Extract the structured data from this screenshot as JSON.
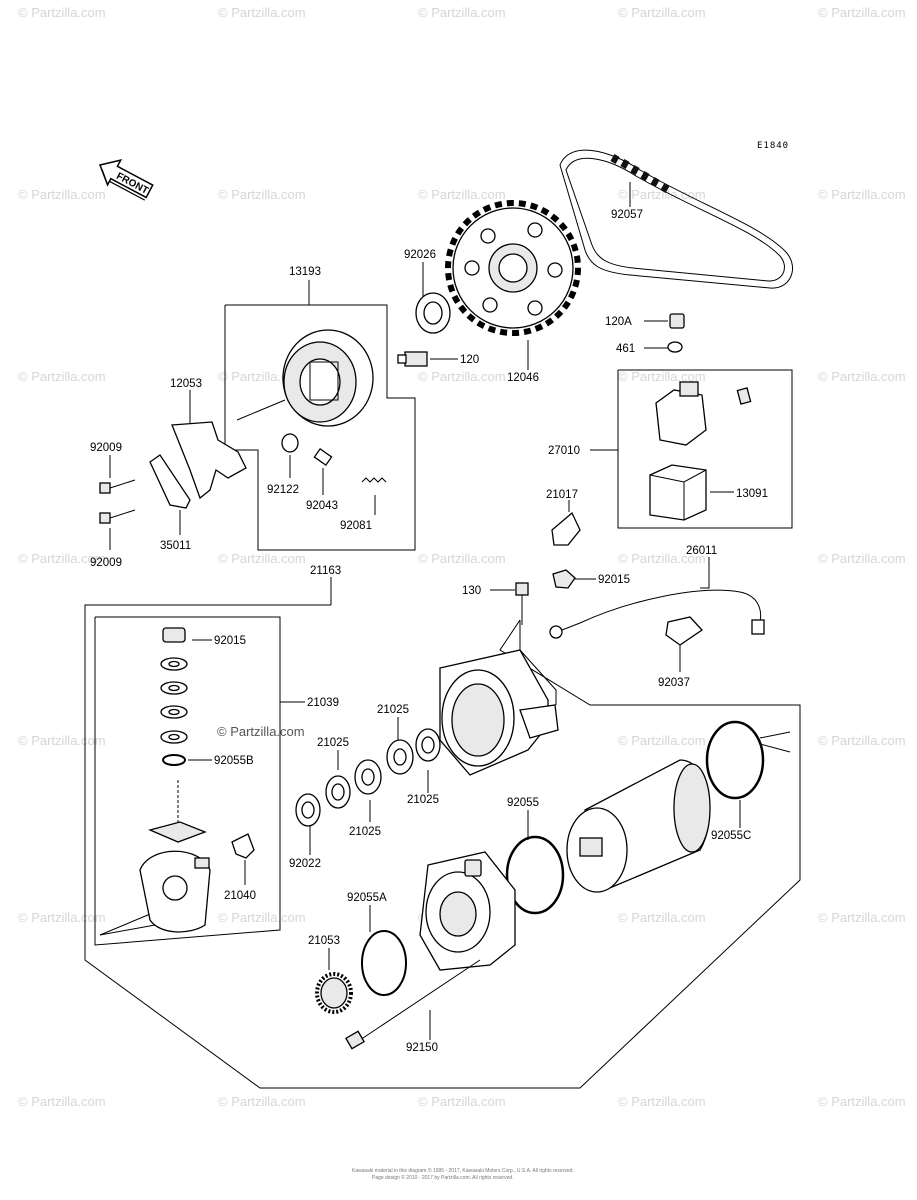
{
  "watermark": "© Partzilla.com",
  "watermark_inline": "© Partzilla.com",
  "diagram_code": "E1840",
  "front_label": "FRONT",
  "footer": {
    "line1": "Kawasaki material in this diagram © 1995 - 2017, Kawasaki Motors Corp., U.S.A.  All rights reserved.",
    "line2": "Page design © 2010 - 2017 by Partzilla.com. All rights reserved."
  },
  "parts": {
    "p13193": "13193",
    "p92026": "92026",
    "p12046": "12046",
    "p92057": "92057",
    "p120": "120",
    "p120A": "120A",
    "p461": "461",
    "p27010": "27010",
    "p13091": "13091",
    "p12053": "12053",
    "p92009a": "92009",
    "p92009b": "92009",
    "p35011": "35011",
    "p92122": "92122",
    "p92043": "92043",
    "p92081": "92081",
    "p21017": "21017",
    "p26011": "26011",
    "p130": "130",
    "p92015a": "92015",
    "p92037": "92037",
    "p21163": "21163",
    "p92015b": "92015",
    "p21039": "21039",
    "p92055B": "92055B",
    "p21040": "21040",
    "p21025a": "21025",
    "p21025b": "21025",
    "p21025c": "21025",
    "p21025d": "21025",
    "p92022": "92022",
    "p92055": "92055",
    "p92055C": "92055C",
    "p92055A": "92055A",
    "p21053": "21053",
    "p92150": "92150"
  }
}
